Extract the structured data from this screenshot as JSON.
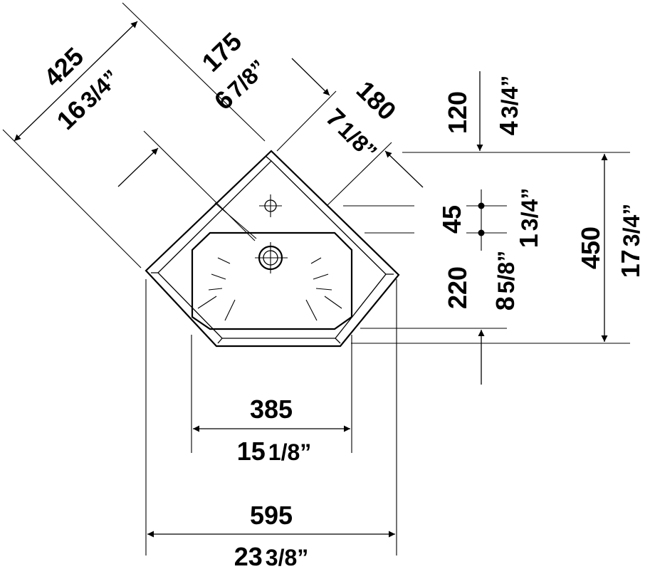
{
  "dimensions": {
    "total_width": {
      "mm": "595",
      "inch_whole": "23",
      "inch_frac": "3/8”"
    },
    "bowl_width": {
      "mm": "385",
      "inch_whole": "15",
      "inch_frac": "1/8”"
    },
    "total_depth": {
      "mm": "450",
      "inch_whole": "17",
      "inch_frac": "3/4”"
    },
    "drain_offset": {
      "mm": "220",
      "inch_whole": "8",
      "inch_frac": "5/8”"
    },
    "hole_spacing": {
      "mm": "45",
      "inch_whole": "1",
      "inch_frac": "3/4”"
    },
    "back_edge": {
      "mm": "120",
      "inch_whole": "4",
      "inch_frac": "3/4”"
    },
    "side_length": {
      "mm": "425",
      "inch_whole": "16",
      "inch_frac": "3/4”"
    },
    "drain_side": {
      "mm": "175",
      "inch_whole": "6",
      "inch_frac": "7/8”"
    },
    "tap_side": {
      "mm": "180",
      "inch_whole": "7",
      "inch_frac": "1/8”"
    }
  }
}
